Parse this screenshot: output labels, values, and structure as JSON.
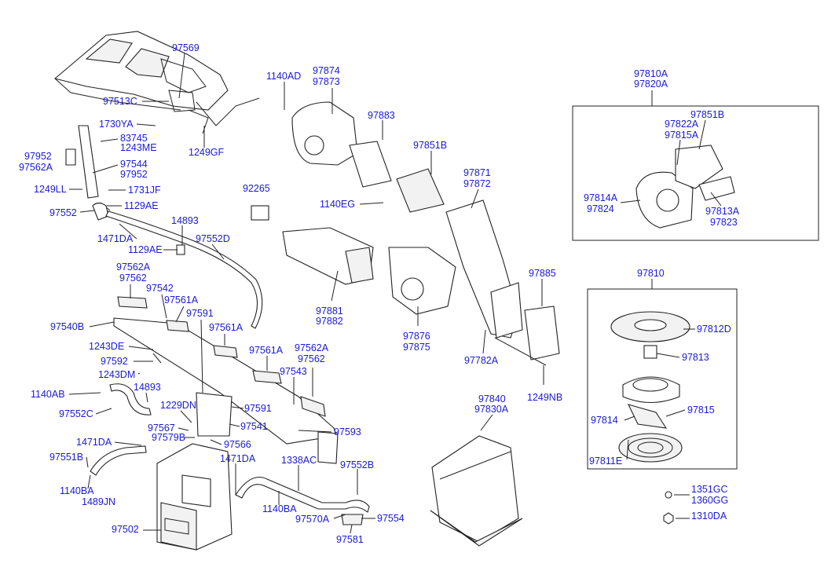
{
  "labels": {
    "l97569": "97569",
    "l97513C": "97513C",
    "l1730YA": "1730YA",
    "l83745": "83745",
    "l1243ME": "1243ME",
    "l97952a": "97952",
    "l97562Aa": "97562A",
    "l97544": "97544",
    "l97952b": "97952",
    "l1249LL": "1249LL",
    "l1731JF": "1731JF",
    "l97552": "97552",
    "l1129AEa": "1129AE",
    "l1249GF": "1249GF",
    "l14893a": "14893",
    "l1471DAa": "1471DA",
    "l97552D": "97552D",
    "l1129AEb": "1129AE",
    "l92265": "92265",
    "l1140AD": "1140AD",
    "l97874": "97874",
    "l97873": "97873",
    "l97883": "97883",
    "l97851B": "97851B",
    "l1140EG": "1140EG",
    "l97871": "97871",
    "l97872": "97872",
    "l97881": "97881",
    "l97882": "97882",
    "l97876": "97876",
    "l97875": "97875",
    "l97885": "97885",
    "l97782A": "97782A",
    "l1249NB": "1249NB",
    "l97810A": "97810A",
    "l97820A": "97820A",
    "l97851Bb": "97851B",
    "l97822A": "97822A",
    "l97815A": "97815A",
    "l97814A": "97814A",
    "l97824": "97824",
    "l97813A": "97813A",
    "l97823": "97823",
    "l97810": "97810",
    "l97812D": "97812D",
    "l97813": "97813",
    "l97815": "97815",
    "l97814": "97814",
    "l97811E": "97811E",
    "l1351GC": "1351GC",
    "l1360GG": "1360GG",
    "l1310DA": "1310DA",
    "l97562Ab": "97562A",
    "l97562a": "97562",
    "l97542": "97542",
    "l97561Aa": "97561A",
    "l97540B": "97540B",
    "l97591a": "97591",
    "l97561Ab": "97561A",
    "l1243DE": "1243DE",
    "l97561Ac": "97561A",
    "l97562Ac": "97562A",
    "l97562b": "97562",
    "l97592": "97592",
    "l1243DM": "1243DM",
    "l97543": "97543",
    "l1140AB": "1140AB",
    "l14893b": "14893",
    "l1229DN": "1229DN",
    "l97591b": "97591",
    "l97552C": "97552C",
    "l97541": "97541",
    "l97593": "97593",
    "l97567": "97567",
    "l97579B": "97579B",
    "l97566": "97566",
    "l1471DAb": "1471DA",
    "l1471DAc": "1471DA",
    "l97551B": "97551B",
    "l1338AC": "1338AC",
    "l97552B": "97552B",
    "l1140BAa": "1140BA",
    "l1489JN": "1489JN",
    "l1140BAb": "1140BA",
    "l97570A": "97570A",
    "l97554": "97554",
    "l97502": "97502",
    "l97581": "97581",
    "l97840": "97840",
    "l97830A": "97830A"
  }
}
